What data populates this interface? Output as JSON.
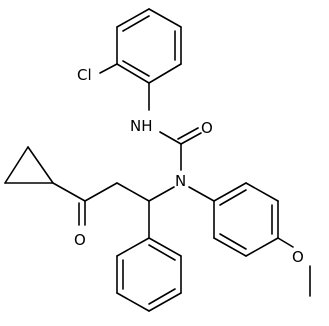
{
  "molecule": {
    "atom_labels": {
      "chlorine": "Cl",
      "amide_nh": "NH",
      "carbonyl_o_urea": "O",
      "urea_n": "N",
      "ketone_o": "O",
      "methoxy_o": "O"
    }
  },
  "colors": {
    "background": "#ffffff",
    "bond": "#000000",
    "label": "#000000"
  }
}
